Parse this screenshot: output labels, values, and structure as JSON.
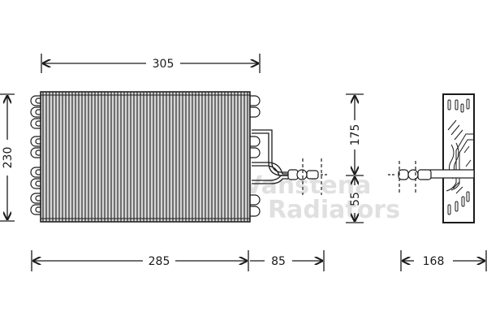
{
  "diagram": {
    "subject": "evaporator",
    "views": [
      "front-view",
      "side-view"
    ],
    "line_color": "#1a1a1a",
    "background": "#ffffff"
  },
  "dimensions": {
    "top_width": "305",
    "left_height": "230",
    "right_upper_height": "175",
    "right_lower_height": "55",
    "bottom_core_width": "285",
    "bottom_pipe_width": "85",
    "side_depth": "168"
  },
  "watermark": {
    "line1": "Vanstena",
    "line2": "Radiators",
    "color": "#c8c8c8",
    "accent_color": "#e8a0a0"
  }
}
